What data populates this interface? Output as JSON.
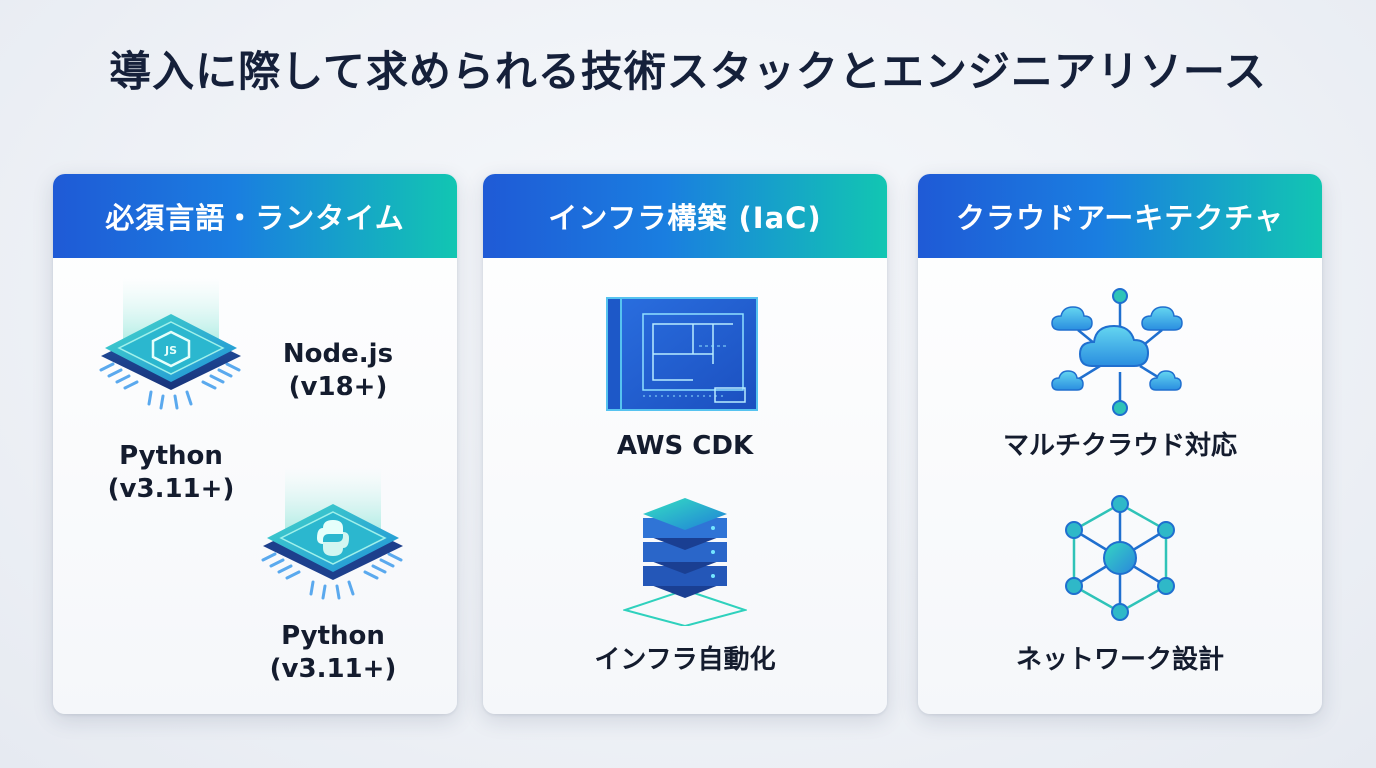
{
  "page": {
    "title": "導入に際して求められる技術スタックとエンジニアリソース"
  },
  "cards": [
    {
      "header": "必須言語・ランタイム",
      "items": [
        {
          "line1": "Node.js",
          "line2": "(v18+)",
          "icon": "nodejs-chip-icon"
        },
        {
          "line1": "Python",
          "line2": "(v3.11+)",
          "icon": ""
        },
        {
          "line1": "Python",
          "line2": "(v3.11+)",
          "icon": "python-chip-icon"
        }
      ]
    },
    {
      "header": "インフラ構築 (IaC)",
      "items": [
        {
          "label": "AWS CDK",
          "icon": "blueprint-icon"
        },
        {
          "label": "インフラ自動化",
          "icon": "server-stack-icon"
        }
      ]
    },
    {
      "header": "クラウドアーキテクチャ",
      "items": [
        {
          "label": "マルチクラウド対応",
          "icon": "cloud-network-icon"
        },
        {
          "label": "ネットワーク設計",
          "icon": "network-hexagon-icon"
        }
      ]
    }
  ],
  "colors": {
    "header_start": "#1f5ad6",
    "header_end": "#12c6b2",
    "accent": "#1a7ee0"
  }
}
